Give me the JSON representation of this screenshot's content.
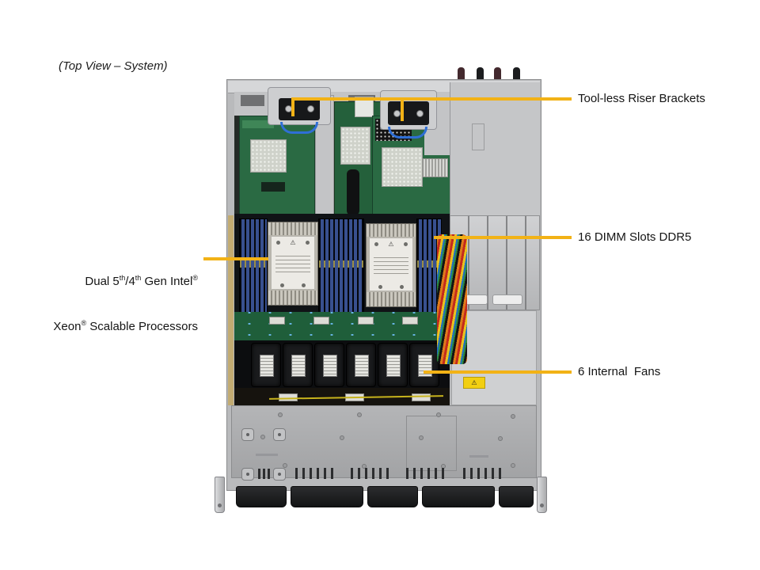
{
  "title": "(Top View – System)",
  "labels": {
    "riser": "Tool-less Riser Brackets",
    "dimm": "16 DIMM Slots DDR5",
    "fans": "6 Internal  Fans",
    "cpu_line1": {
      "a": "Dual 5",
      "sup1": "th",
      "b": "/4",
      "sup2": "th",
      "c": " Gen Intel",
      "sup3": "®"
    },
    "cpu_line2": {
      "a": "Xeon",
      "sup1": "®",
      "b": " Scalable Processors"
    }
  },
  "icons": {
    "warning": "⚠"
  },
  "colors": {
    "callout": "#F2B216",
    "pcb_green": "#2a6a43",
    "dimm_blue": "#38508f",
    "chassis_silver": "#c3c4c6"
  },
  "figure": {
    "fan_count": 6,
    "cpu_count": 2,
    "riser_bracket_count": 2,
    "dimm_slots": 16
  }
}
